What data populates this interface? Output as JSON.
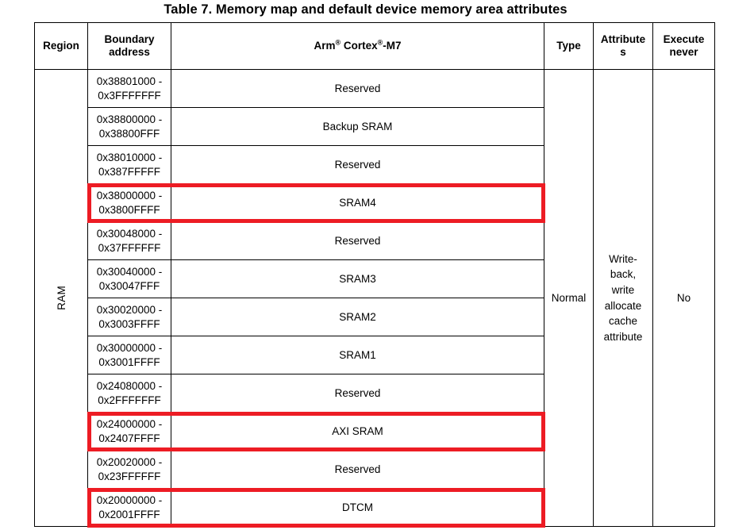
{
  "document": {
    "caption": "Table 7. Memory map and default device memory area attributes",
    "highlight_color": "#ED1C24",
    "border_color": "#000000"
  },
  "table": {
    "headers": {
      "region": "Region",
      "boundary_address": "Boundary address",
      "boundary_address_line1": "Boundary",
      "boundary_address_line2": "address",
      "core": "Arm® Cortex®-M7",
      "core_part1": "Arm",
      "core_sup1": "®",
      "core_part2": " Cortex",
      "core_sup2": "®",
      "core_part3": "-M7",
      "type": "Type",
      "attributes": "Attributes",
      "attributes_line1": "Attribute",
      "attributes_line2": "s",
      "execute_never_line1": "Execute",
      "execute_never_line2": "never"
    },
    "region_label": "RAM",
    "type_value": "Normal",
    "attributes_value": "Write-back, write allocate cache attribute",
    "attributes_lines": [
      "Write-",
      "back,",
      "write",
      "allocate",
      "cache",
      "attribute"
    ],
    "execute_never_value": "No",
    "rows": [
      {
        "addr_start": "0x38801000 -",
        "addr_end": "0x3FFFFFFF",
        "name": "Reserved",
        "highlighted": false
      },
      {
        "addr_start": "0x38800000 -",
        "addr_end": "0x38800FFF",
        "name": "Backup SRAM",
        "highlighted": false
      },
      {
        "addr_start": "0x38010000 -",
        "addr_end": "0x387FFFFF",
        "name": "Reserved",
        "highlighted": false
      },
      {
        "addr_start": "0x38000000 -",
        "addr_end": "0x3800FFFF",
        "name": "SRAM4",
        "highlighted": true
      },
      {
        "addr_start": "0x30048000 -",
        "addr_end": "0x37FFFFFF",
        "name": "Reserved",
        "highlighted": false
      },
      {
        "addr_start": "0x30040000 -",
        "addr_end": "0x30047FFF",
        "name": "SRAM3",
        "highlighted": false
      },
      {
        "addr_start": "0x30020000 -",
        "addr_end": "0x3003FFFF",
        "name": "SRAM2",
        "highlighted": false
      },
      {
        "addr_start": "0x30000000 -",
        "addr_end": "0x3001FFFF",
        "name": "SRAM1",
        "highlighted": false
      },
      {
        "addr_start": "0x24080000 -",
        "addr_end": "0x2FFFFFFF",
        "name": "Reserved",
        "highlighted": false
      },
      {
        "addr_start": "0x24000000 -",
        "addr_end": "0x2407FFFF",
        "name": "AXI SRAM",
        "highlighted": true
      },
      {
        "addr_start": "0x20020000 -",
        "addr_end": "0x23FFFFFF",
        "name": "Reserved",
        "highlighted": false
      },
      {
        "addr_start": "0x20000000 -",
        "addr_end": "0x2001FFFF",
        "name": "DTCM",
        "highlighted": true
      }
    ]
  }
}
